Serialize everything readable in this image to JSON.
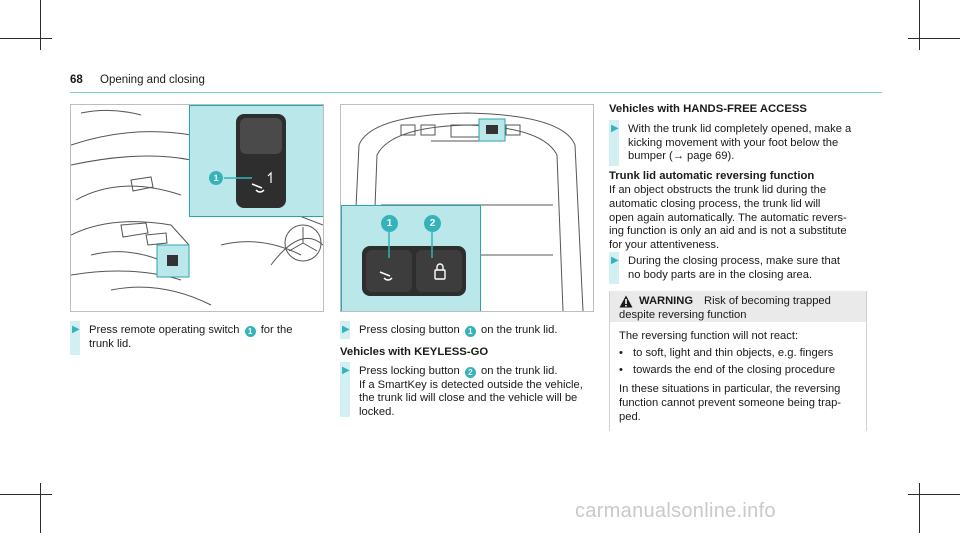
{
  "header": {
    "page_number": "68",
    "section_title": "Opening and closing"
  },
  "figure1": {
    "callout": "1"
  },
  "figure2": {
    "callout1": "1",
    "callout2": "2"
  },
  "col1": {
    "step1": {
      "before": "Press remote operating switch",
      "callout": "1",
      "after": "for the",
      "line2": "trunk lid."
    }
  },
  "col2": {
    "step1": {
      "before": "Press closing button",
      "callout": "1",
      "after": "on the trunk lid."
    },
    "heading": "Vehicles with KEYLESS-GO",
    "step2": {
      "before": "Press locking button",
      "callout": "2",
      "after": "on the trunk lid.",
      "line2": "If a SmartKey is detected outside the vehicle,",
      "line3": "the trunk lid will close and the vehicle will be",
      "line4": "locked."
    }
  },
  "col3": {
    "heading1": "Vehicles with HANDS-FREE ACCESS",
    "step1": [
      "With the trunk lid completely opened, make a",
      "kicking movement with your foot below the",
      "bumper (→ page 69)."
    ],
    "heading2": "Trunk lid automatic reversing function",
    "para": [
      "If an object obstructs the trunk lid during the",
      "automatic closing process, the trunk lid will",
      "open again automatically. The automatic revers-",
      "ing function is only an aid and is not a substitute",
      "for your attentiveness."
    ],
    "step2": [
      "During the closing process, make sure that",
      "no body parts are in the closing area."
    ],
    "warning": {
      "label": "WARNING",
      "title_line1": "Risk of becoming trapped",
      "title_line2": "despite reversing function",
      "intro": "The reversing function will not react:",
      "bullets": [
        "to soft, light and thin objects, e.g. fingers",
        "towards the end of the closing procedure"
      ],
      "outro": [
        "In these situations in particular, the reversing",
        "function cannot prevent someone being trap-",
        "ped."
      ]
    }
  },
  "watermark": "carmanualsonline.info",
  "colors": {
    "accent": "#35b3ba",
    "inset_bg": "#b9e7ea",
    "step_bar": "#d2eff1"
  }
}
